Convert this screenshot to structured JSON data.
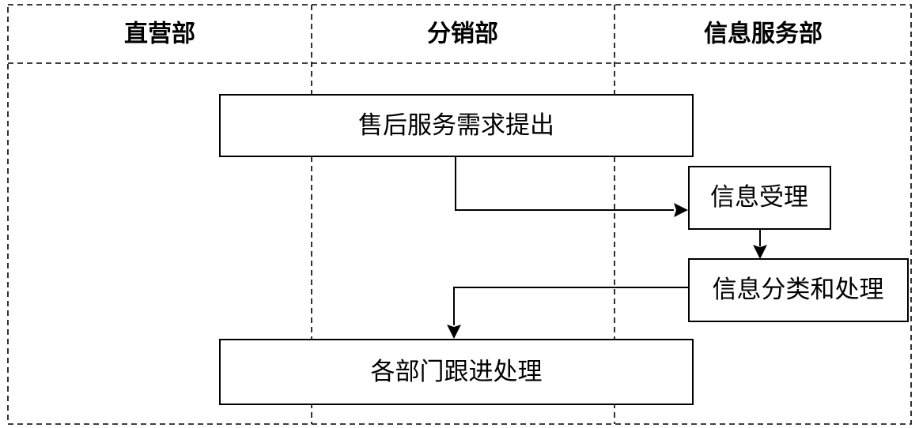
{
  "lanes": [
    {
      "title": "直营部"
    },
    {
      "title": "分销部"
    },
    {
      "title": "信息服务部"
    }
  ],
  "nodes": {
    "request": {
      "label": "售后服务需求提出"
    },
    "receive": {
      "label": "信息受理"
    },
    "classify": {
      "label": "信息分类和处理"
    },
    "followup": {
      "label": "各部门跟进处理"
    }
  },
  "colors": {
    "line": "#000000",
    "background": "#ffffff"
  }
}
